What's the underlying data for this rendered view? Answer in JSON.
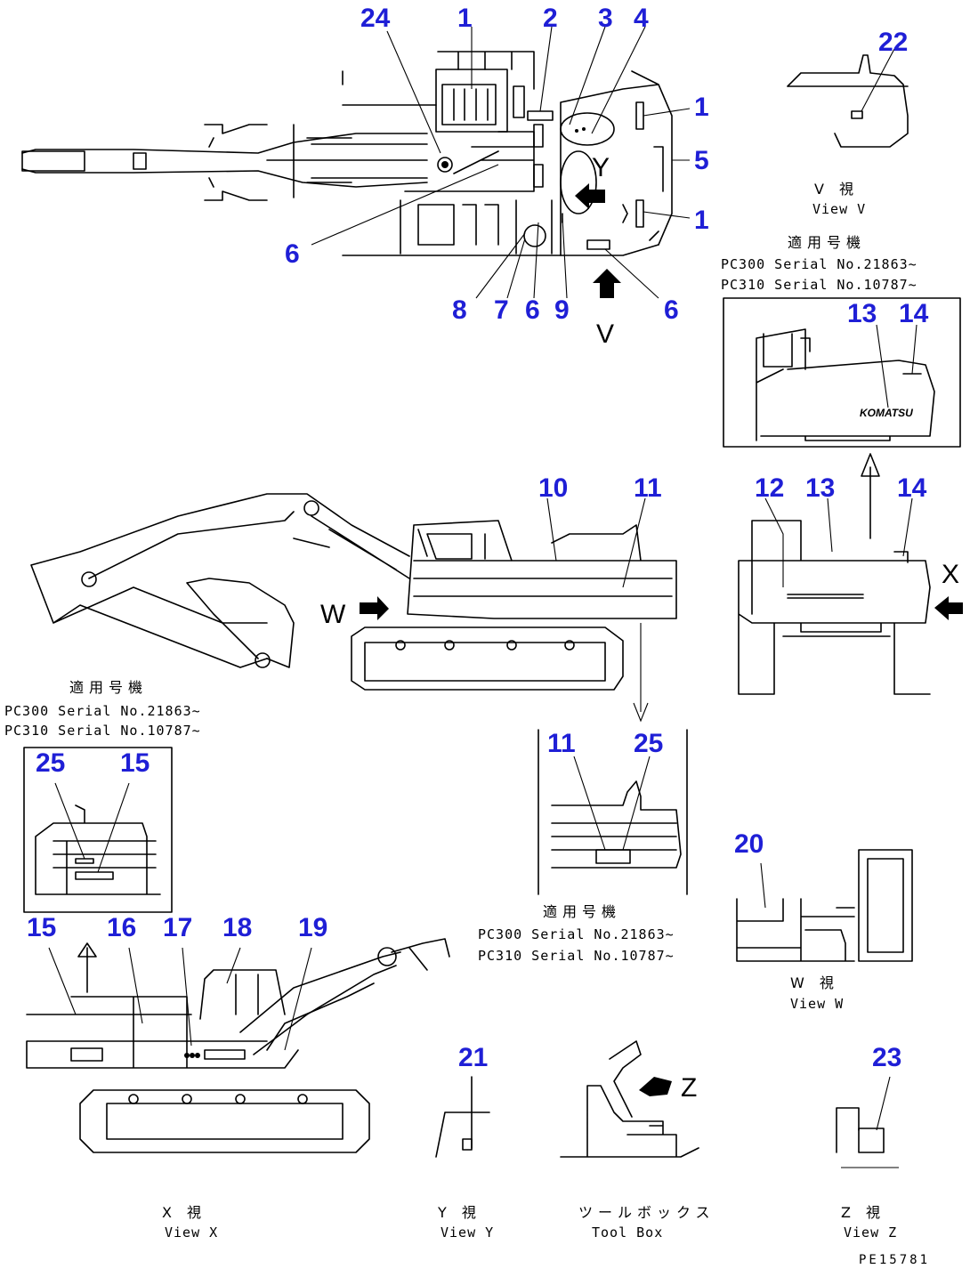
{
  "labels": {
    "n1a": "1",
    "n1b": "1",
    "n1c": "1",
    "n2": "2",
    "n3": "3",
    "n4": "4",
    "n5": "5",
    "n6a": "6",
    "n6b": "6",
    "n6c": "6",
    "n7": "7",
    "n8": "8",
    "n9": "9",
    "n10": "10",
    "n11a": "11",
    "n11b": "11",
    "n12": "12",
    "n13a": "13",
    "n13b": "13",
    "n14a": "14",
    "n14b": "14",
    "n15a": "15",
    "n15b": "15",
    "n16": "16",
    "n17": "17",
    "n18": "18",
    "n19": "19",
    "n20": "20",
    "n21": "21",
    "n22": "22",
    "n23": "23",
    "n24": "24",
    "n25a": "25",
    "n25b": "25"
  },
  "arrow_letters": {
    "y": "Y",
    "v": "V",
    "w": "W",
    "x": "X",
    "z": "Z"
  },
  "captions": {
    "view_v_jp": "V 視",
    "view_v_en": "View V",
    "view_w_jp": "W 視",
    "view_w_en": "View W",
    "view_x_jp": "X 視",
    "view_x_en": "View X",
    "view_y_jp": "Y 視",
    "view_y_en": "View Y",
    "view_z_jp": "Z 視",
    "view_z_en": "View Z",
    "toolbox_jp": "ツールボックス",
    "toolbox_en": "Tool Box"
  },
  "serial_blocks": {
    "top_right": {
      "heading": "適用号機",
      "line1": "PC300 Serial No.21863~",
      "line2": "PC310 Serial No.10787~"
    },
    "left": {
      "heading": "適用号機",
      "line1": "PC300 Serial No.21863~",
      "line2": "PC310 Serial No.10787~"
    },
    "middle": {
      "heading": "適用号機",
      "line1": "PC300 Serial No.21863~",
      "line2": "PC310 Serial No.10787~"
    }
  },
  "brand_mark": "KOMATSU",
  "drawing_code": "PE15781",
  "colors": {
    "callout": "#1f1fd6",
    "line": "#000000",
    "background": "#ffffff"
  }
}
